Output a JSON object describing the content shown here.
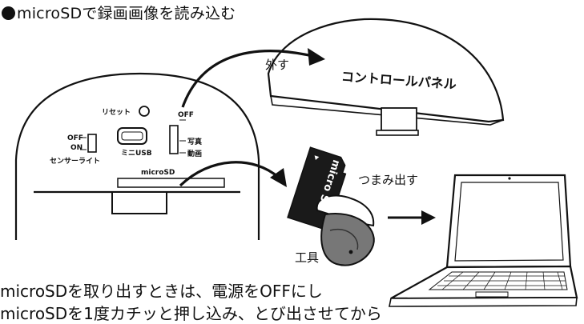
{
  "heading": "microSDで録画画像を読み込む",
  "device": {
    "reset": "リセット",
    "off": "OFF",
    "on": "ON",
    "sensor_light": "センサーライト",
    "mini_usb": "ミニUSB",
    "switch_off": "OFF",
    "photo": "写真",
    "video": "動画",
    "slot": "microSD"
  },
  "panel": {
    "label": "コントロールパネル",
    "action": "外す"
  },
  "card": {
    "brand": "micro SD",
    "action": "つまみ出す",
    "tool": "工具"
  },
  "notes": [
    "microSDを取り出すときは、電源をOFFにし",
    "microSDを1度カチッと押し込み、とび出させてから"
  ]
}
